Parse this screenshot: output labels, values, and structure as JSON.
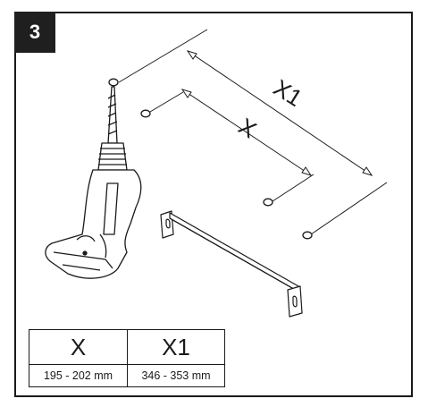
{
  "step": {
    "number": "3"
  },
  "labels": {
    "x_label": "X",
    "x1_label": "X1"
  },
  "dimensions_table": {
    "headers": [
      "X",
      "X1"
    ],
    "values": [
      "195 - 202 mm",
      "346 - 353 mm"
    ]
  },
  "icons": [
    "drill-icon",
    "wall-bracket-icon"
  ]
}
